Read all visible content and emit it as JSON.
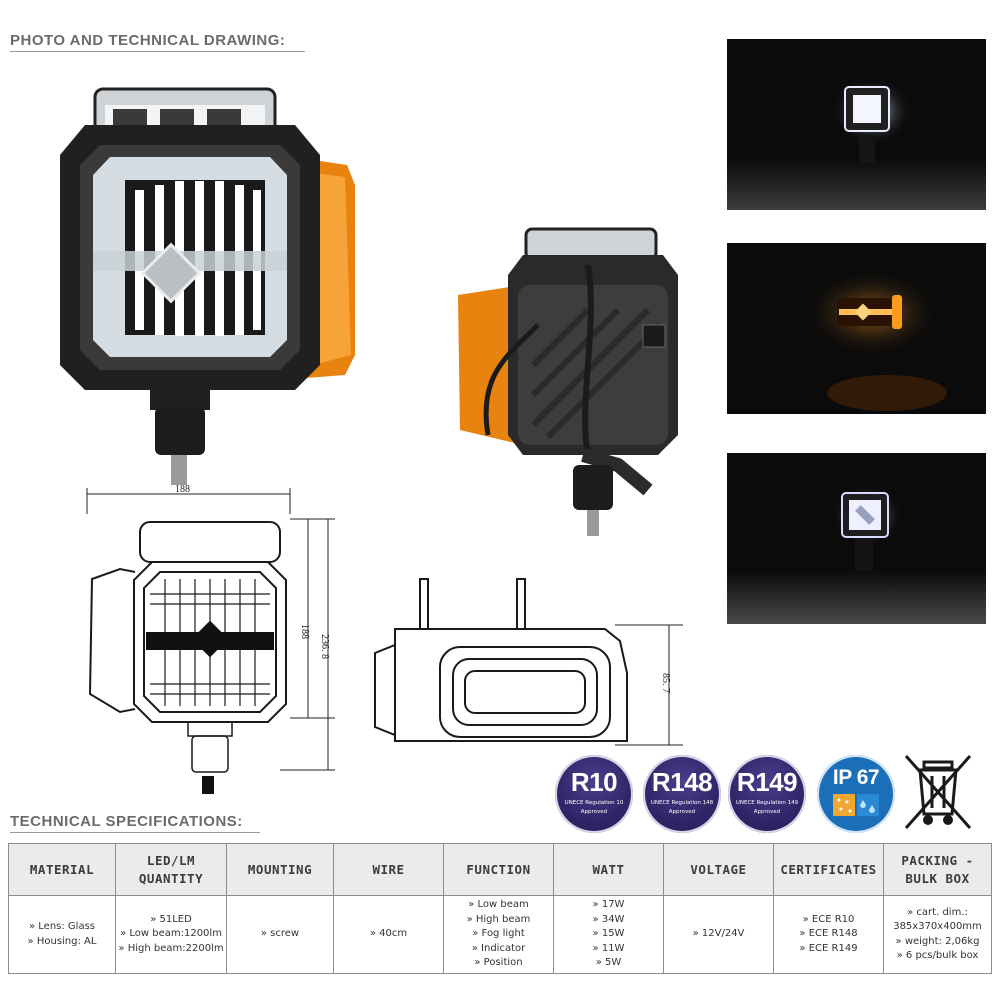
{
  "headings": {
    "photo": "PHOTO AND TECHNICAL DRAWING:",
    "specs": "TECHNICAL SPECIFICATIONS:"
  },
  "dimensions": {
    "front_width": "188",
    "front_height": "188",
    "total_height": "236. 8",
    "side_height": "85. 7"
  },
  "badges": [
    {
      "code": "R10",
      "line1": "UNECE Regulation 10",
      "line2": "Approved",
      "color": "#2f2668"
    },
    {
      "code": "R148",
      "line1": "UNECE Regulation 148",
      "line2": "Approved",
      "color": "#2f2668"
    },
    {
      "code": "R149",
      "line1": "UNECE Regulation 149",
      "line2": "Approved",
      "color": "#2f2668"
    },
    {
      "code": "IP 67",
      "color": "#1b6fb8"
    }
  ],
  "icons": [
    "weee-crossed-bin-icon"
  ],
  "table": {
    "headers": [
      "MATERIAL",
      "LED/LM QUANTITY",
      "MOUNTING",
      "WIRE",
      "FUNCTION",
      "WATT",
      "VOLTAGE",
      "CERTIFICATES",
      "PACKING - BULK BOX"
    ],
    "row": [
      [
        "» Lens: Glass",
        "» Housing: AL"
      ],
      [
        "» 51LED",
        "» Low beam:1200lm",
        "» High beam:2200lm"
      ],
      [
        "» screw"
      ],
      [
        "» 40cm"
      ],
      [
        "» Low beam",
        "» High beam",
        "» Fog light",
        "» Indicator",
        "» Position"
      ],
      [
        "» 17W",
        "» 34W",
        "» 15W",
        "» 11W",
        "» 5W"
      ],
      [
        "» 12V/24V"
      ],
      [
        "» ECE R10",
        "» ECE R148",
        "» ECE R149"
      ],
      [
        "» cart. dim.:",
        "385x370x400mm",
        "» weight: 2,06kg",
        "» 6 pcs/bulk box"
      ]
    ]
  }
}
